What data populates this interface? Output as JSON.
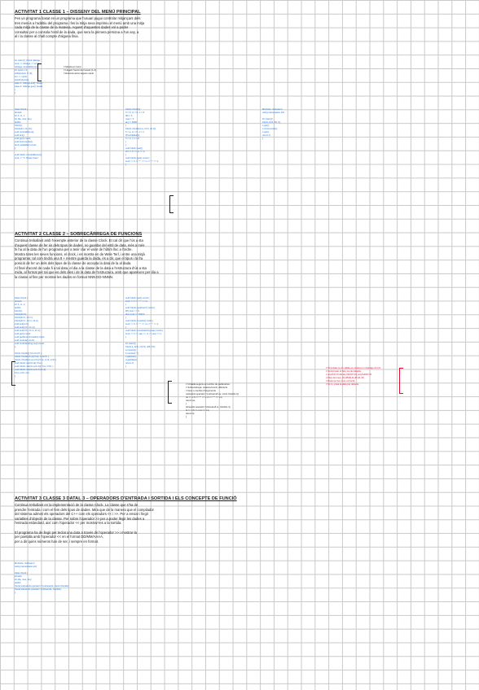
{
  "sections": [
    {
      "title": "ACTIVITAT 1 CLASSE 1 – DISSENY DEL MENÚ PRINCIPAL",
      "paragraph": "Fes un programa basat en un programa que l'usuari pugui controlar mitjançant dels\ntres menús a l'additiu del programa i fes la mitja seva imprimiu el menú amb una mitja\ncada mitjà de la classe de la mateixa. Aquest d'aquestes dades vol a poder\nconsultar per a consola l'estil de la dada, que sera la primera persona a l'un any, a\nal i la classe al chall compte d'alguna línia."
    },
    {
      "title": "ACTIVITAT 2 CLASSE 2 – SOBRECÀRREGA DE FUNCIONS",
      "paragraph": "Continua treballant amb l'exemple anterior de la classe Clock. Et cal dir que l'ús a sta\nd'aquest classe de fer ús dels tipus de dades, no guardar del estil de data, més a més\nhi ha al la data de l'un programa per a tenir clar el valor de l'últim lloc a l'ordre.\nMostra totes les seves funcions, el clock, i es mostra en de Wele Terl, i entre una mitjà\nprogramar, tal com tindrà una 8 + mentre guarda la dada, és a dir, que el tipus i la fra\nposició de fer un dels dels tipus de la classe de accepta la data de la al dada.\nAl final d'acord de cada fi a tal data, el dia a la classe de la data a l'estructura d'ús a sta\nmida, al format per tal que es dels dies i de la data de l'estructura, amb que apareixen per dia a\nla classe al fins per mostrar les dades en format NNN DD-NNNN."
    },
    {
      "title": "ACTIVITAT 3 CLASSE 3 DATAL 3 – OPERADORS D'ENTRADA I SORTIDA I ELS CONCEPTE DE FUNCIÓ",
      "paragraph": "Continua treballant en la implementació de la classe Clock. La classe que s'ha de\nprendre l'entrada i com el fem dels tipus de dades. Mira que de la manera que el compilador\ndel sistema admeti els operadors del C++ com els operadors << i >>. Per a enviar i llegir\nvariables d'objecte de la classe. Per sobre l'operador >> per a poder llegir les dades a\nl'entrada estàndard, així com l'operador << per mostrar-les a la sortida.\n\nEl programa ha de llegir per teclat una data a través de l'operador >> i mostrar-la\nper pantalla amb l'operador << en el format DD/MM/AAAA,\nper a dir quins números han de ser, i sempre en format."
    }
  ],
  "code_blocks": [
    {
      "id": "s1-a",
      "lines": [
        "int main() { Clock rellotge;",
        "  cout << rellotge << endl;",
        "  rellotge.mostraMenu();",
        "  int opcio = 0;",
        "  while(opcio != 4){",
        "    cin >> opcio;",
        "    switch(opcio){",
        "      case 1: rellotge.set(); break;",
        "      case 2: rellotge.get(); break;",
        "    }",
        "  }"
      ]
    },
    {
      "id": "s1-note",
      "lines": [
        "// Mostra el menú",
        "// Llegeix l'opció de l'usuari (1-4)",
        "// Executa acció segons opció"
      ]
    },
    {
      "id": "s1-b1",
      "lines": [
        "class Clock {",
        "private:",
        "  int h, m, s;",
        "  int dia, mes, any;",
        "public:",
        "  Clock();",
        "  Clock(int, int, int);",
        "  void mostraMenu();",
        "  void set();",
        "  void get() const;",
        "  void incrementa();",
        "  bool esValida() const;",
        "};",
        "",
        "void Clock::mostraMenu(){",
        "  cout << \"1. Posar hora\";"
      ]
    },
    {
      "id": "s1-b2",
      "lines": [
        "Clock::Clock(){",
        "  h = 0; m = 0; s = 0;",
        "  dia = 1;",
        "  mes = 1;",
        "  any = 2000;",
        "}",
        "Clock::Clock(int a, int b, int c){",
        "  h = a; m = b; s = c;",
        "  if(!esValida()){",
        "    h = m = s = 0;",
        "  }",
        "}",
        "void Clock::set(){",
        "  cin >> h >> m >> s;",
        "}",
        "void Clock::get() const {",
        "  cout << h << \":\" << m << \":\" << s;",
        "}"
      ]
    },
    {
      "id": "s1-b3",
      "lines": [
        "#include <iostream>",
        "using namespace std;",
        "",
        "int main(){",
        "  Clock c(10, 30, 0);",
        "  c.get();",
        "  c.incrementa();",
        "  c.get();",
        "  return 0;",
        "}"
      ]
    },
    {
      "id": "s2-a",
      "lines": [
        "class Clock {",
        "private:",
        "  int h, m, s;",
        "public:",
        "  Clock();",
        "  Clock(int h);",
        "  Clock(int h, int m);",
        "  Clock(int h, int m, int s);",
        "  void set(int h);",
        "  void set(int h, int m);",
        "  void set(int h, int m, int s);",
        "  void get() const;",
        "  void get(bool format24) const;",
        "  void mostra() const;",
        "  void mostra(string sep) const;",
        "};",
        "",
        "Clock::Clock(){ h=m=s=0; }",
        "Clock::Clock(int a){ h=a; m=s=0; }",
        "Clock::Clock(int a,int b){ h=a; m=b; s=0; }",
        "void Clock::set(int a){ h=a; }",
        "void Clock::set(int a,int b){ h=a; m=b; }",
        "void Clock::set(int a,int b,int c){",
        "  h=a; m=b; s=c;",
        "}"
      ]
    },
    {
      "id": "s2-b",
      "lines": [
        "void Clock::get() const {",
        "  cout << h << \":\" << m;",
        "}",
        "void Clock::get(bool f) const {",
        "  if(f) cout << h;",
        "  else cout << h%12;",
        "}",
        "void Clock::mostra() const {",
        "  cout << h << \":\" << m << \":\" << s;",
        "}",
        "void Clock::mostra(string sep) const {",
        "  cout << h << sep << m << sep << s;",
        "}",
        "",
        "int main(){",
        "  Clock a, b(3), c(4,5), d(6,7,8);",
        "  a.mostra();",
        "  b.mostra(\"-\");",
        "  c.get(true);",
        "  d.get(false);",
        "  return 0;",
        "}"
      ]
    },
    {
      "id": "s2-c",
      "lines": [
        "// Cridada segons el nombre de paràmetres",
        "// Sobrecàrrega: mateixa funció, diferents",
        "//   tipus o nombre d'arguments",
        "ostream& operator<<(ostream& os, const Clock& c){",
        "  os << c.h << \":\" << c.m << \":\" << c.s;",
        "  return os;",
        "}",
        "istream& operator>>(istream& is, Clock& c){",
        "  is >> c.h >> c.m >> c.s;",
        "  return is;",
        "}"
      ]
    },
    {
      "id": "s2-red",
      "lines": [
        "// Si la data no és vàlida es mostra un missatge d'error",
        "// Comprovar si l'any és de traspàs",
        "//   any%4==0 && any%100!=0 || any%400==0",
        "// Dies del mes: 31,28/29,31,30,31,30...",
        "// Retorna true si és correcta",
        "// Si no, posa la data per defecte"
      ]
    },
    {
      "id": "s3-a",
      "lines": [
        "#include <iostream>",
        "using namespace std;",
        "",
        "class Clock {",
        "private:",
        "  int dia, mes, any;",
        "public:",
        "  friend ostream& operator<<(ostream&, const Clock&);",
        "  friend istream& operator>>(istream&, Clock&);",
        "};"
      ]
    }
  ]
}
